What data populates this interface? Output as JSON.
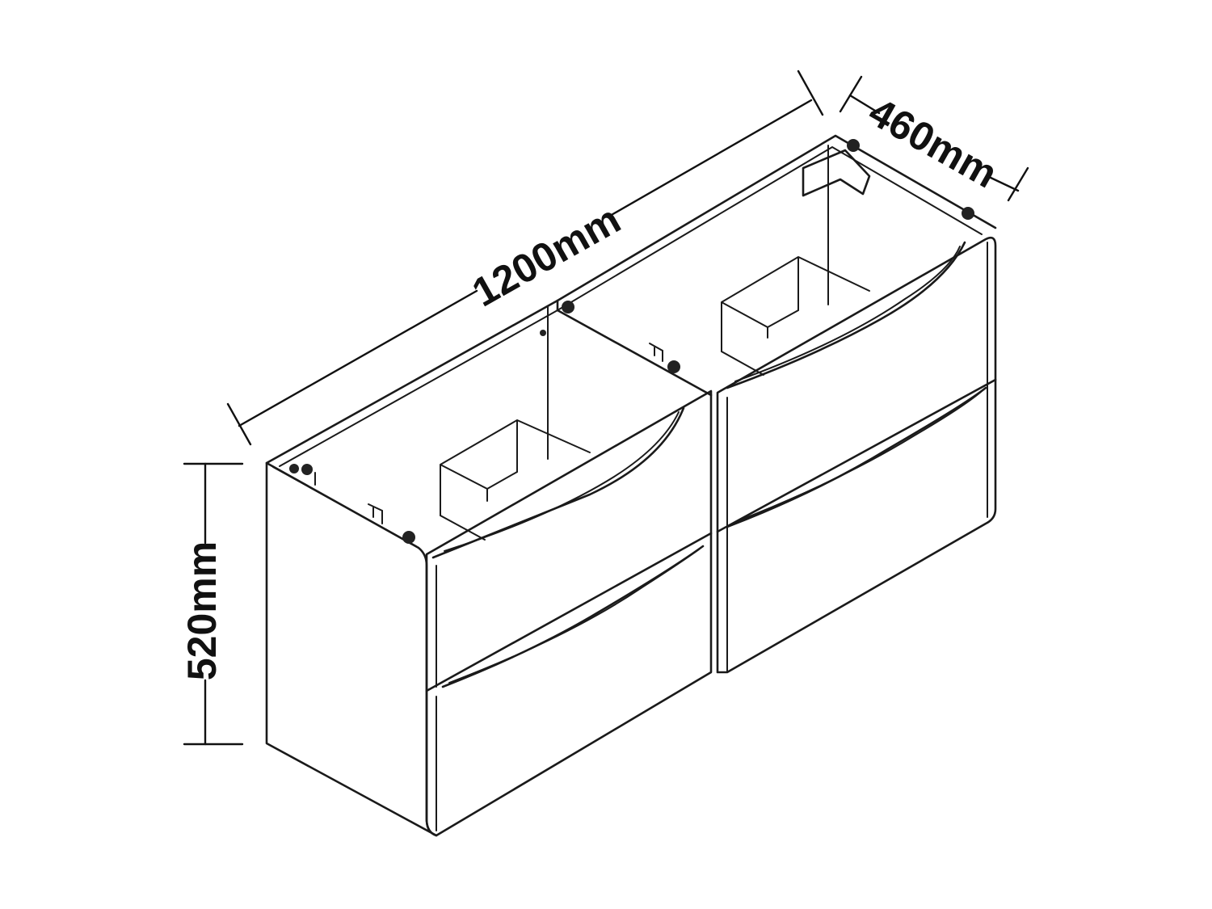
{
  "dimensions": {
    "width_label": "1200mm",
    "depth_label": "460mm",
    "height_label": "520mm"
  }
}
